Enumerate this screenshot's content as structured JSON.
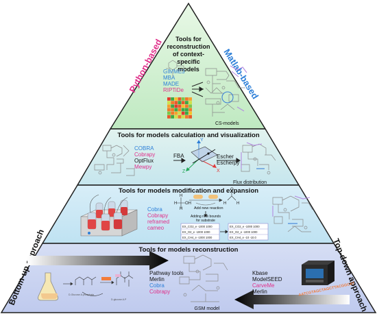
{
  "levels": {
    "top": {
      "title_lines": [
        "Tools for",
        "reconstruction",
        "of context-",
        "specific",
        "models"
      ],
      "tools": [
        {
          "name": "GIMME3",
          "lang": "matlab"
        },
        {
          "name": "MBA",
          "lang": "matlab"
        },
        {
          "name": "MADE",
          "lang": "matlab"
        },
        {
          "name": "RIPTiDe",
          "lang": "python"
        }
      ],
      "output_label": "CS-models"
    },
    "calc": {
      "title": "Tools for models calculation and visualization",
      "tools": [
        {
          "name": "COBRA",
          "lang": "matlab"
        },
        {
          "name": "Cobrapy",
          "lang": "python"
        },
        {
          "name": "OptFlux",
          "lang": "other"
        },
        {
          "name": "Mewpy",
          "lang": "python"
        }
      ],
      "method": "FBA",
      "viz_tools": [
        "Escher",
        "Escherpy"
      ],
      "axes": [
        "X",
        "Y",
        "Z"
      ],
      "output_label": "Flux distribution"
    },
    "modify": {
      "title": "Tools for models modification and expansion",
      "tools": [
        {
          "name": "Cobra",
          "lang": "matlab"
        },
        {
          "name": "Cobrapy",
          "lang": "python"
        },
        {
          "name": "reframed",
          "lang": "python"
        },
        {
          "name": "cameo",
          "lang": "python"
        }
      ],
      "step1": "Add new reaction",
      "step2": "Adding new bounds for substrate",
      "bounds_table": [
        "EX_CO2_e -1000 1000",
        "EX_O2_e -1000 1000",
        "EX_CH4_e -1000 1000"
      ],
      "bounds_table_new": [
        "EX_CO2_e -1000 1000",
        "EX_O2_e -1000 1000",
        "EX_CH4_e -10 -10.0"
      ]
    },
    "recon": {
      "title": "Tools for models reconstruction",
      "left_tools": [
        {
          "name": "Pathway tools",
          "lang": "other"
        },
        {
          "name": "Merlin",
          "lang": "other"
        },
        {
          "name": "Cobra",
          "lang": "matlab"
        },
        {
          "name": "Cobrapy",
          "lang": "python"
        }
      ],
      "right_tools": [
        {
          "name": "Kbase",
          "lang": "other"
        },
        {
          "name": "ModelSEED",
          "lang": "other"
        },
        {
          "name": "CarveMe",
          "lang": "python"
        },
        {
          "name": "Merlin",
          "lang": "other"
        }
      ],
      "output_label": "GSM model",
      "dna_text": "AATCGTAGCTAGCTTACGGCAT"
    }
  },
  "side_labels": {
    "python": "Python-based",
    "matlab": "Matlab-based",
    "bottom_up": "Bottom-up approach",
    "top_down": "Top-down approach"
  },
  "colors": {
    "python": "#e0308a",
    "matlab": "#2d7fd8",
    "other": "#111111",
    "band1": "#d2f0d2",
    "band2": "#d5eaf2",
    "band3": "#cde9f4",
    "band4": "#c9d3ef",
    "accent_orange": "#f27c3a"
  }
}
